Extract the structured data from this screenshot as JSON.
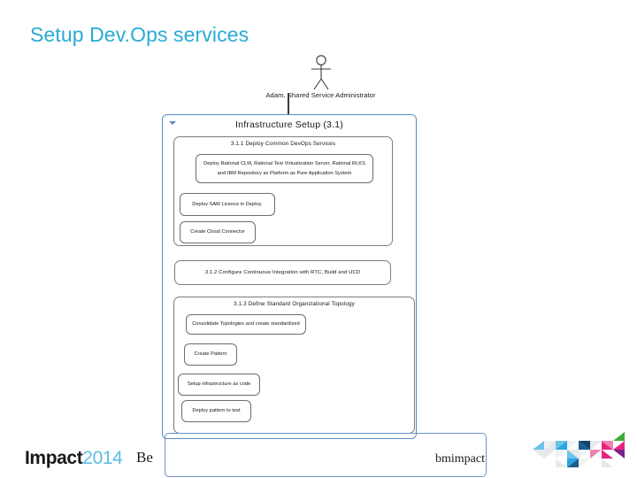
{
  "slide": {
    "title": "Setup Dev.Ops services",
    "title_color": "#29ABD4"
  },
  "actor": {
    "name": "actor-stick-figure",
    "label": "Adam, Shared Service Administrator"
  },
  "pool": {
    "title": "Infrastructure Setup (3.1)",
    "border_color": "#5b8ec4",
    "chevron": "chevron-down-icon"
  },
  "groups": [
    {
      "id": "deploy",
      "title": "3.1.1 Deploy Common DevOps Services",
      "tasks": [
        {
          "id": "deploy-rational",
          "lines": [
            "Deploy Rational CLM, Rational Test Virtualization Server, Rational RLKS",
            "and IBM Repository as Platform as Pure Application System"
          ]
        },
        {
          "id": "deploy-sam",
          "lines": [
            "Deploy SAM Licence in Deploy."
          ]
        },
        {
          "id": "cloud-connector",
          "lines": [
            "Create Cloud Connector"
          ]
        }
      ]
    },
    {
      "id": "ci",
      "title": "3.1.2 Configure Continuous Integration with RTC, Build and UCD",
      "tasks": []
    },
    {
      "id": "topology",
      "title": "3.1.3 Define Standard Organizational Topology",
      "tasks": [
        {
          "id": "consolidate",
          "lines": [
            "Consolidate Topologies and create standardized"
          ]
        },
        {
          "id": "create-pattern",
          "lines": [
            "Create Pattern"
          ]
        },
        {
          "id": "setup-infra",
          "lines": [
            "Setup infrastructure as code"
          ]
        },
        {
          "id": "deploy-pattern",
          "lines": [
            "Deploy pattern to test"
          ]
        }
      ]
    }
  ],
  "footer": {
    "logo_main": "Impact",
    "logo_year": "2014",
    "be_text": "Be",
    "hashtag": "bmimpact",
    "logo_colors": {
      "impact": "#17181a",
      "year": "#5bbde4"
    },
    "mark_colors": {
      "light_blue": "#6cc3e8",
      "cyan": "#29a8df",
      "navy": "#1b5d8f",
      "dark_navy": "#10456d",
      "magenta": "#e5267f",
      "pink": "#ef82b4",
      "purple": "#7a1f8c",
      "green": "#3faa35",
      "light_gray": "#e6e9ec",
      "pale_gray": "#f0f2f4"
    }
  }
}
